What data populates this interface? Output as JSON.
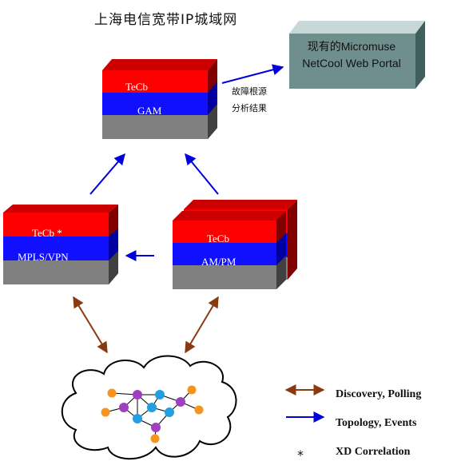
{
  "title": "上海电信宽带IP城域网",
  "portal": {
    "line1": "现有的Micromuse",
    "line2": "NetCool Web Portal"
  },
  "top_block": {
    "top_label": "TeCb",
    "mid_label": "GAM"
  },
  "left_block": {
    "top_label": "TeCb   *",
    "mid_label": "MPLS/VPN"
  },
  "right_block": {
    "top_label": "TeCb",
    "mid_label": "AM/PM"
  },
  "annotation": {
    "line1": "故障根源",
    "line2": "分析结果"
  },
  "legend": [
    {
      "symbol": "brown-double-arrow",
      "label": "Discovery, Polling"
    },
    {
      "symbol": "blue-arrow",
      "label": "Topology, Events"
    },
    {
      "symbol": "*",
      "label": "XD Correlation"
    }
  ],
  "colors": {
    "red": "#ff0000",
    "blue": "#1010ff",
    "gray": "#808080",
    "portal": "#5f7f7f",
    "arrow_blue": "#0000dd",
    "arrow_brown": "#8b3a10"
  }
}
